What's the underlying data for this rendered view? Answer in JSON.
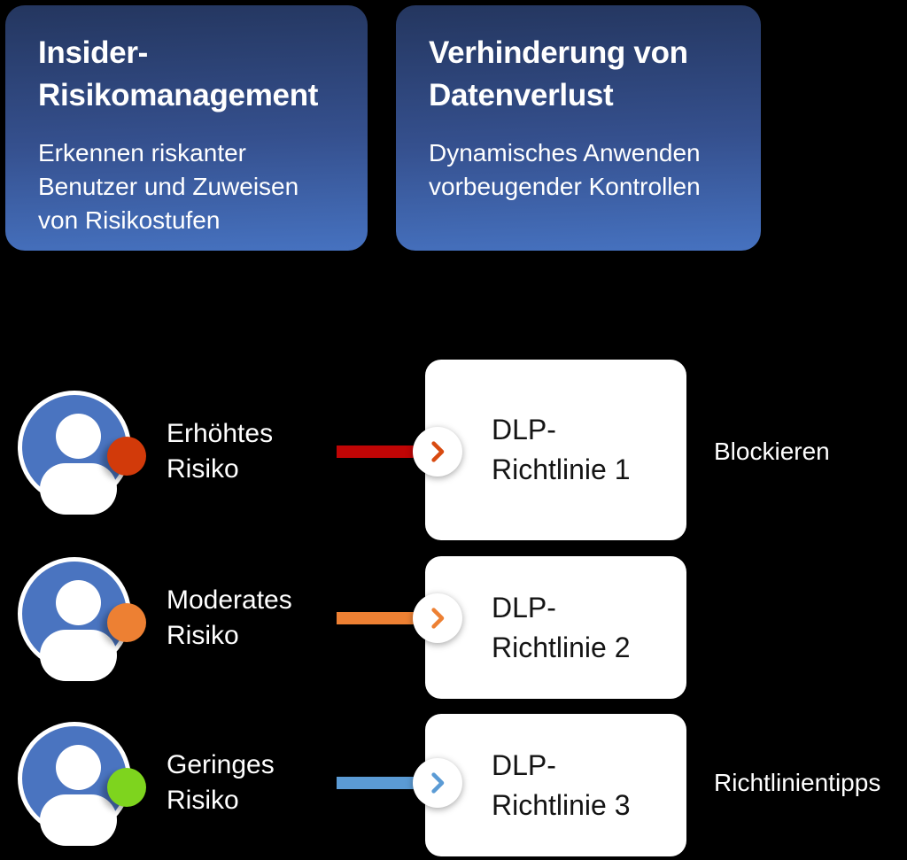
{
  "canvas": {
    "background": "#000000"
  },
  "colors": {
    "card_gradient_top": "#24365f",
    "card_gradient_bottom": "#4672c0",
    "avatar_blue": "#4a74c0",
    "policy_card_bg": "#ffffff",
    "policy_text": "#141414"
  },
  "header_cards": [
    {
      "title": "Insider-Risikomanagement",
      "subtitle": "Erkennen riskanter Benutzer und Zuweisen von Risikostufen"
    },
    {
      "title": "Verhinderung von Datenverlust",
      "subtitle": "Dynamisches Anwenden vorbeugender Kontrollen"
    }
  ],
  "rows": [
    {
      "risk_label": "Erhöhtes Risiko",
      "policy_label": "DLP-Richtlinie 1",
      "action_label": "Blockieren",
      "badge_color": "#d23a0a",
      "line_color": "#c00505",
      "chevron_color": "#d84a10"
    },
    {
      "risk_label": "Moderates Risiko",
      "policy_label": "DLP-Richtlinie 2",
      "action_label": "",
      "badge_color": "#ed8033",
      "line_color": "#ed8033",
      "chevron_color": "#ed8033"
    },
    {
      "risk_label": "Geringes Risiko",
      "policy_label": "DLP-Richtlinie 3",
      "action_label": "Richtlinientipps",
      "badge_color": "#7ed41e",
      "line_color": "#5b9bd5",
      "chevron_color": "#5b9bd5"
    }
  ]
}
